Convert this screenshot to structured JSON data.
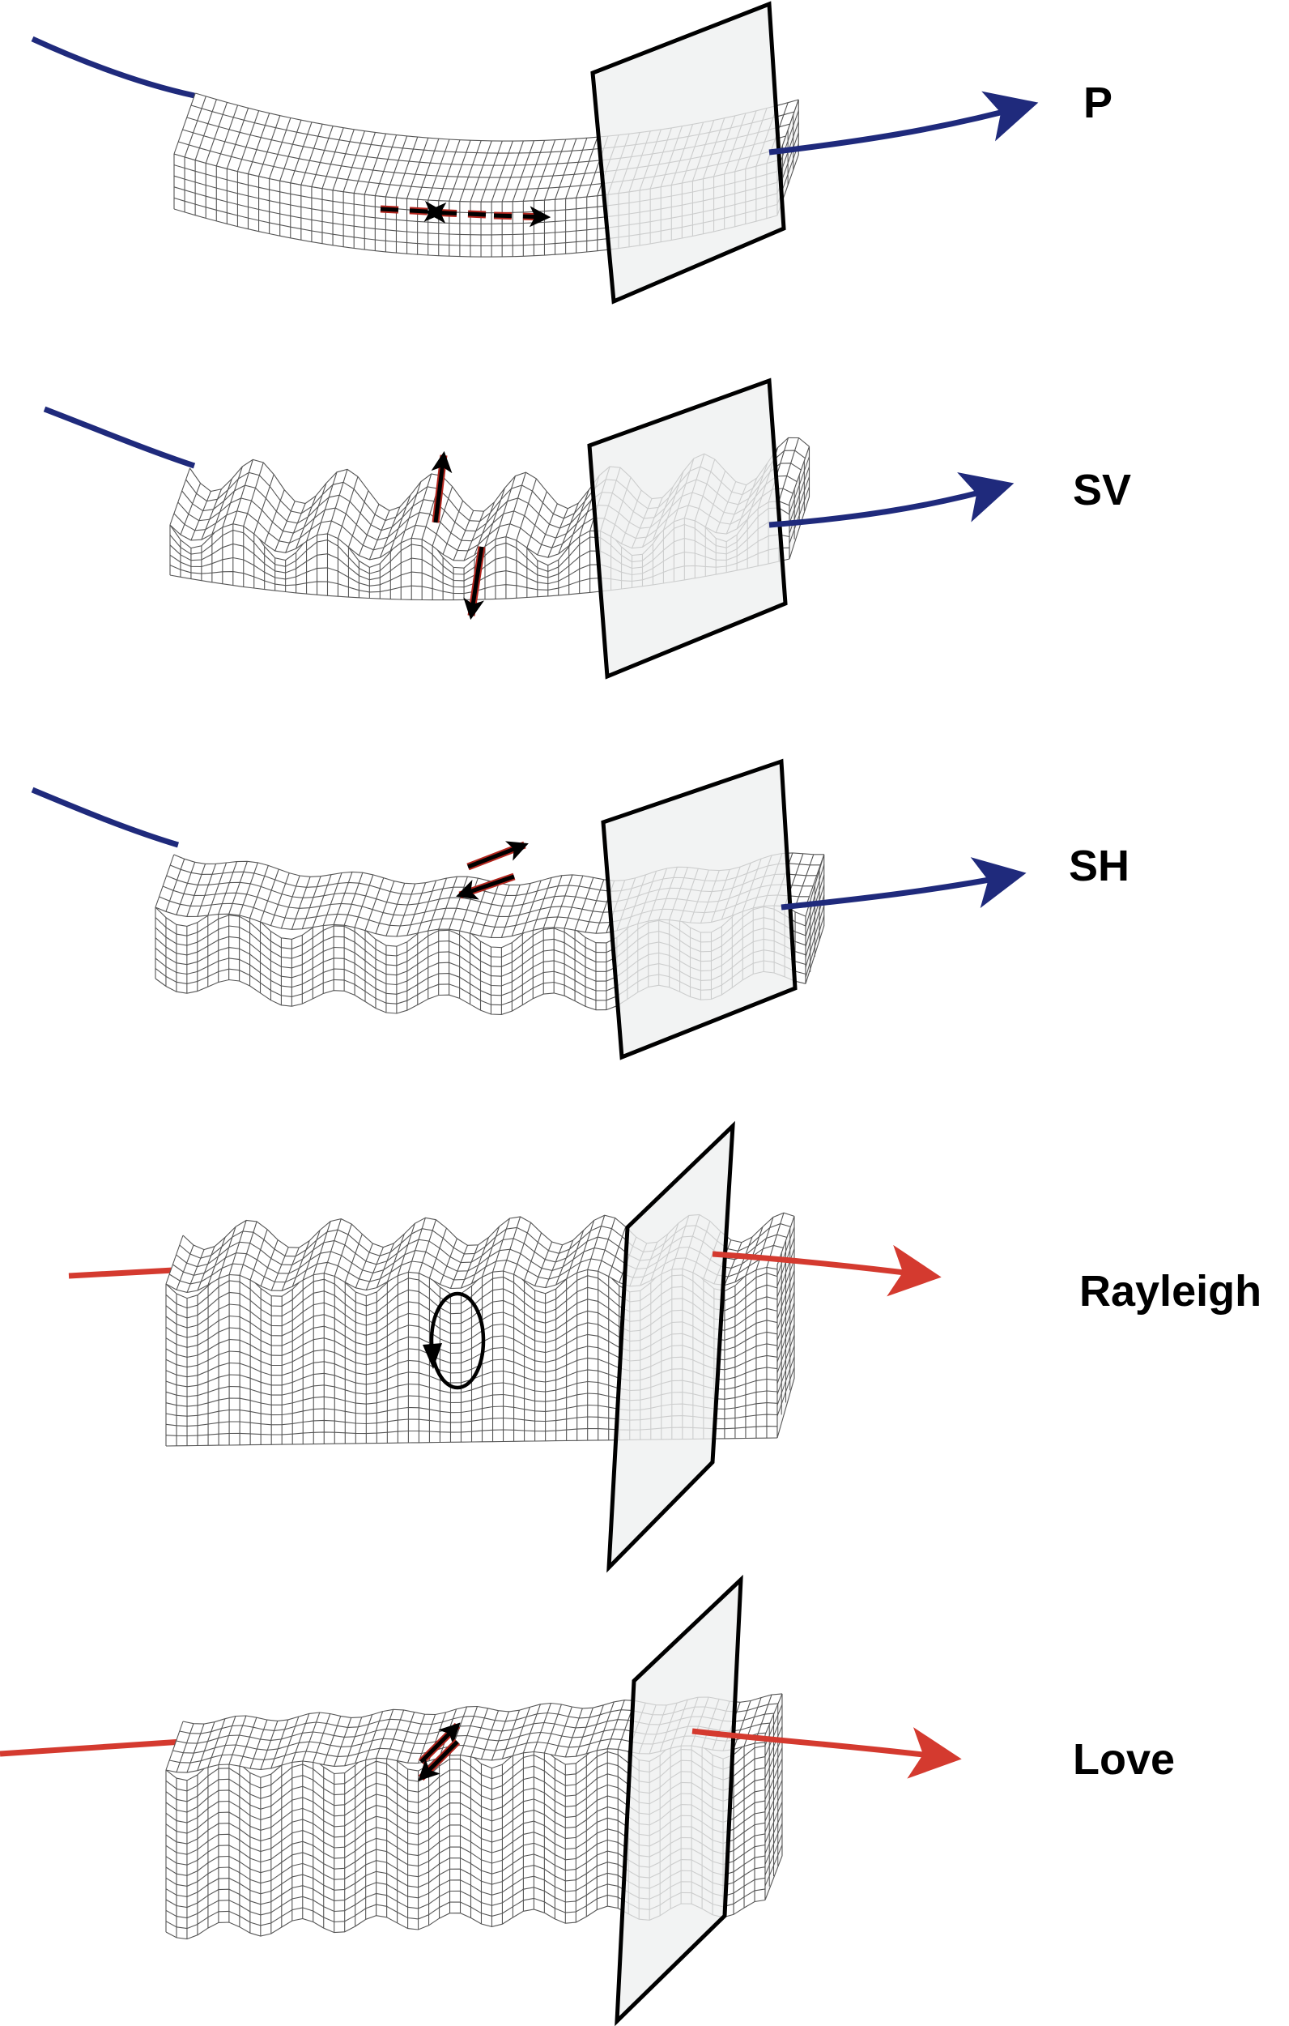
{
  "panels": [
    {
      "id": "p",
      "label": "P",
      "family": "body",
      "motion": "longitudinal"
    },
    {
      "id": "sv",
      "label": "SV",
      "family": "body",
      "motion": "vertical-shear"
    },
    {
      "id": "sh",
      "label": "SH",
      "family": "body",
      "motion": "horizontal-shear"
    },
    {
      "id": "rayleigh",
      "label": "Rayleigh",
      "family": "surface",
      "motion": "retrograde-elliptical"
    },
    {
      "id": "love",
      "label": "Love",
      "family": "surface",
      "motion": "horizontal-transverse"
    }
  ],
  "colors": {
    "body_ray": "#1f2a7c",
    "surface_ray": "#d43a2f",
    "mesh_line": "#555555",
    "mesh_fill": "#ffffff",
    "plane_fill": "#eef0ef",
    "plane_stroke": "#000000",
    "motion_arrow": "#000000",
    "motion_arrow_outline": "#b3261e"
  }
}
